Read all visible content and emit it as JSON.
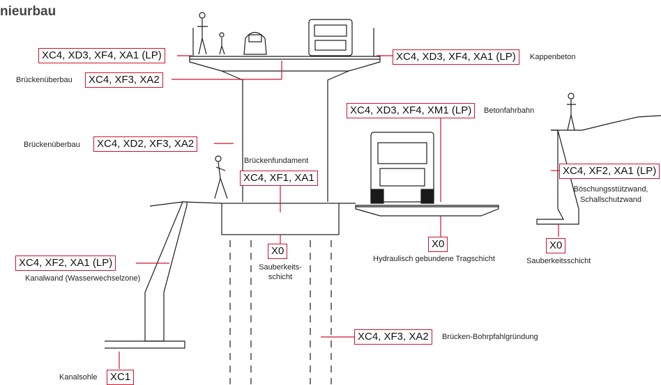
{
  "page": {
    "title": "nieurbau"
  },
  "colors": {
    "accent": "#d0112b",
    "line": "#1a1a1a",
    "text": "#111111"
  },
  "exposure_codes": {
    "kappe_left": "XC4, XD3, XF4, XA1 (LP)",
    "kappe_right": "XC4, XD3, XF4, XA1 (LP)",
    "ueberbau_top": "XC4, XF3, XA2",
    "ueberbau_pier": "XC4, XD2, XF3, XA2",
    "fahrbahn": "XC4, XD3, XF4, XM1 (LP)",
    "fundament": "XC4, XF1, XA1",
    "stuetzwand": "XC4, XF2, XA1 (LP)",
    "sauberkeit_fundament": "X0",
    "tragschicht": "X0",
    "sauberkeit_wand": "X0",
    "kanalwand": "XC4, XF2, XA1 (LP)",
    "bohrpfahl": "XC4, XF3, XA2",
    "kanalsohle": "XC1"
  },
  "labels": {
    "kappenbeton": "Kappenbeton",
    "brueckenueberbau_1": "Brückenüberbau",
    "brueckenueberbau_2": "Brückenüberbau",
    "betonfahrbahn": "Betonfahrbahn",
    "brueckenfundament": "Brückenfundament",
    "boeschung_line1": "Böschungsstützwand,",
    "boeschung_line2": "Schallschutzwand",
    "sauberkeit_line1": "Sauberkeits-",
    "sauberkeit_line2": "schicht",
    "tragschicht": "Hydraulisch gebundene Tragschicht",
    "sauberkeitsschicht": "Sauberkeitsschicht",
    "kanalwand": "Kanalwand (Wasserwechselzone)",
    "bohrpfahl": "Brücken-Bohrpfahlgründung",
    "kanalsohle": "Kanalsohle"
  }
}
